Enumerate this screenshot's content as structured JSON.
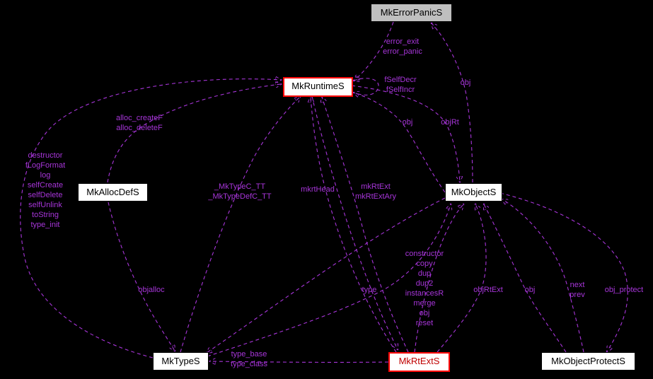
{
  "diagram": {
    "type": "doxygen-collaboration-graph",
    "colors": {
      "background": "#000000",
      "edge": "#A735D9",
      "node_fill": "#ffffff",
      "central_node_fill": "#bfbfbf",
      "highlight_border": "#ff0000",
      "truncated_text": "#c00000"
    },
    "nodes": [
      {
        "label": "MkErrorPanicS",
        "style": "central"
      },
      {
        "label": "MkRuntimeS",
        "style": "red-border"
      },
      {
        "label": "MkAllocDefS",
        "style": "default"
      },
      {
        "label": "MkObjectS",
        "style": "default"
      },
      {
        "label": "MkTypeS",
        "style": "default"
      },
      {
        "label": "MkRtExtS",
        "style": "red-border red-text"
      },
      {
        "label": "MkObjectProtectS",
        "style": "default"
      }
    ],
    "edges": [
      {
        "from": "MkErrorPanicS",
        "to": "MkRuntimeS",
        "label": "error_exit\nerror_panic"
      },
      {
        "from": "MkRuntimeS",
        "to": "MkRuntimeS",
        "label": "fSelfDecr\nfSelfIncr"
      },
      {
        "from": "MkObjectS",
        "to": "MkRuntimeS",
        "label": "obj"
      },
      {
        "from": "MkRuntimeS",
        "to": "MkObjectS",
        "label": "objRt"
      },
      {
        "from": "MkObjectS",
        "to": "MkErrorPanicS",
        "label": "obj"
      },
      {
        "from": "MkAllocDefS",
        "to": "MkRuntimeS",
        "label": "alloc_createF\nalloc_deleteF"
      },
      {
        "from": "MkTypeS",
        "to": "MkRuntimeS",
        "label": "destructor\nfLogFormat\nlog\nselfCreate\nselfDelete\nselfUnlink\ntoString\ntype_init"
      },
      {
        "from": "MkTypeS",
        "to": "MkRuntimeS",
        "label": "_MkTypeC_TT\n_MkTypeDefC_TT"
      },
      {
        "from": "MkRtExtS",
        "to": "MkRuntimeS",
        "label": "mkrtHead"
      },
      {
        "from": "MkRtExtS",
        "to": "MkRuntimeS",
        "label": "mkRtExt\nmkRtExtAry"
      },
      {
        "from": "MkRtExtS",
        "to": "MkObjectS",
        "label": "constructor\ncopy\ndup\ndup2\ninstancesR\nmerge\nobj\nreset"
      },
      {
        "from": "MkRtExtS",
        "to": "MkObjectS",
        "label": "objRtExt"
      },
      {
        "from": "MkObjectProtectS",
        "to": "MkObjectS",
        "label": "obj"
      },
      {
        "from": "MkObjectProtectS",
        "to": "MkObjectS",
        "label": "next\nprev"
      },
      {
        "from": "MkObjectS",
        "to": "MkObjectProtectS",
        "label": "obj_protect"
      },
      {
        "from": "MkTypeS",
        "to": "MkObjectS",
        "label": "type"
      },
      {
        "from": "MkAllocDefS",
        "to": "MkTypeS",
        "label": "objalloc"
      },
      {
        "from": "MkRtExtS",
        "to": "MkTypeS",
        "label": "type_base\ntype_class"
      },
      {
        "from": "MkObjectS",
        "to": "MkTypeS",
        "label": ""
      },
      {
        "from": "MkRuntimeS",
        "to": "MkRtExtS",
        "label": ""
      }
    ]
  }
}
